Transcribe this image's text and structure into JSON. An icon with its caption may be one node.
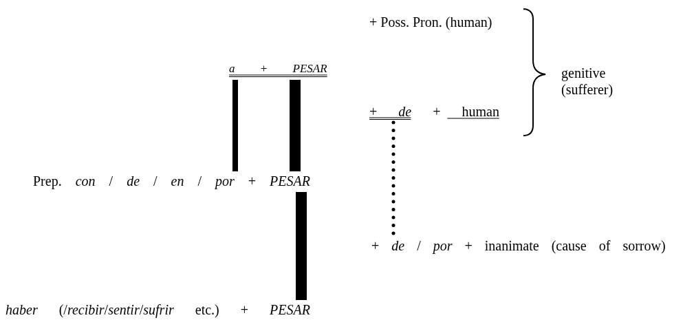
{
  "diagram": {
    "nodes": [
      {
        "text": [
          "*a* + *PESAR*"
        ]
      },
      {
        "text": [
          "+ *de* + human"
        ]
      },
      {
        "text": [
          "Prep. *con* / *de* / *en* / *por* + *PESAR*"
        ]
      },
      {
        "text": [
          "+ *de* / *por* + inanimate (cause of sorrow)"
        ]
      },
      {
        "text": [
          "*haber* (/*recibir*/*sentir*/*sufrir* etc.) + *PESAR*"
        ]
      }
    ],
    "edges": [
      {
        "from": 0,
        "to": 2,
        "arrow": "none"
      },
      {
        "from": 0,
        "to": 2,
        "arrow": "none",
        "style": "thick"
      },
      {
        "from": 2,
        "to": 4,
        "arrow": "none",
        "style": "thick"
      },
      {
        "from": 1,
        "to": 3,
        "arrow": "none",
        "style": "dashed"
      }
    ],
    "labels": [
      "+ Poss. Pron. (human)",
      "genitive (sufferer)"
    ]
  }
}
